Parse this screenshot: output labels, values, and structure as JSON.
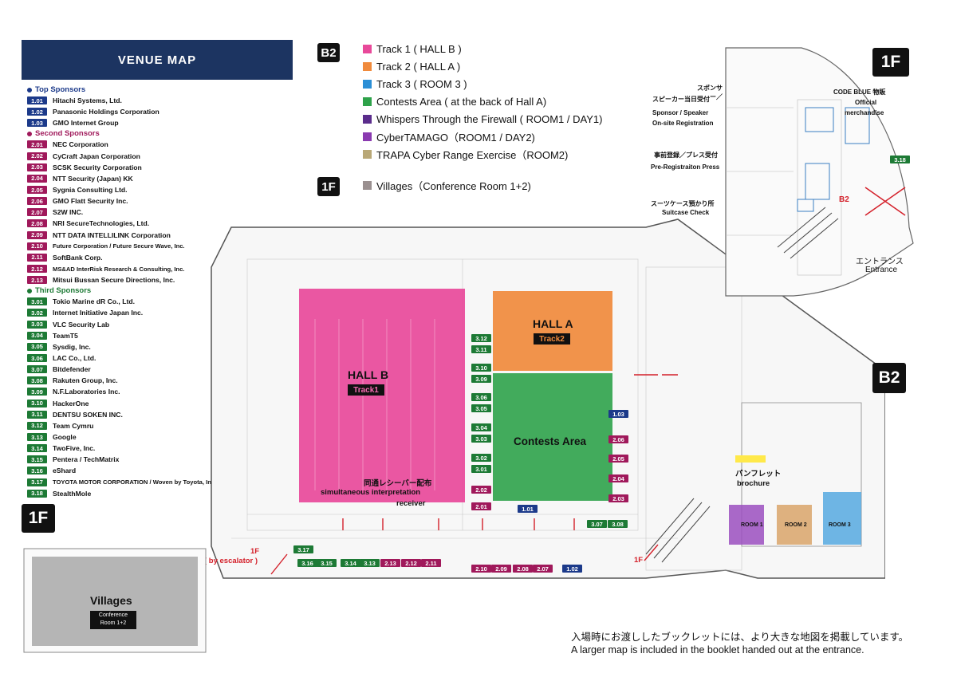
{
  "header": {
    "title": "VENUE MAP"
  },
  "sponsors": [
    {
      "title": "Top Sponsors",
      "color": "#1c3a8a",
      "items": [
        {
          "code": "1.01",
          "name": "Hitachi Systems, Ltd."
        },
        {
          "code": "1.02",
          "name": "Panasonic Holdings Corporation"
        },
        {
          "code": "1.03",
          "name": "GMO Internet Group"
        }
      ]
    },
    {
      "title": "Second Sponsors",
      "color": "#a0195b",
      "items": [
        {
          "code": "2.01",
          "name": "NEC Corporation"
        },
        {
          "code": "2.02",
          "name": "CyCraft Japan Corporation"
        },
        {
          "code": "2.03",
          "name": "SCSK Security Corporation"
        },
        {
          "code": "2.04",
          "name": "NTT Security (Japan) KK"
        },
        {
          "code": "2.05",
          "name": "Sygnia Consulting Ltd."
        },
        {
          "code": "2.06",
          "name": "GMO Flatt Security Inc."
        },
        {
          "code": "2.07",
          "name": "S2W INC."
        },
        {
          "code": "2.08",
          "name": "NRI SecureTechnologies, Ltd."
        },
        {
          "code": "2.09",
          "name": "NTT DATA INTELLILINK Corporation"
        },
        {
          "code": "2.10",
          "name": "Future Corporation / Future Secure Wave, Inc."
        },
        {
          "code": "2.11",
          "name": "SoftBank Corp."
        },
        {
          "code": "2.12",
          "name": "MS&AD InterRisk Research & Consulting, Inc."
        },
        {
          "code": "2.13",
          "name": "Mitsui Bussan Secure Directions, Inc."
        }
      ]
    },
    {
      "title": "Third Sponsors",
      "color": "#1d7a35",
      "items": [
        {
          "code": "3.01",
          "name": "Tokio Marine dR Co., Ltd."
        },
        {
          "code": "3.02",
          "name": "Internet Initiative Japan Inc."
        },
        {
          "code": "3.03",
          "name": "VLC Security Lab"
        },
        {
          "code": "3.04",
          "name": "TeamT5"
        },
        {
          "code": "3.05",
          "name": "Sysdig, Inc."
        },
        {
          "code": "3.06",
          "name": "LAC Co., Ltd."
        },
        {
          "code": "3.07",
          "name": "Bitdefender"
        },
        {
          "code": "3.08",
          "name": "Rakuten Group, Inc."
        },
        {
          "code": "3.09",
          "name": "N.F.Laboratories Inc."
        },
        {
          "code": "3.10",
          "name": "HackerOne"
        },
        {
          "code": "3.11",
          "name": "DENTSU SOKEN INC."
        },
        {
          "code": "3.12",
          "name": "Team Cymru"
        },
        {
          "code": "3.13",
          "name": "Google"
        },
        {
          "code": "3.14",
          "name": "TwoFive, Inc."
        },
        {
          "code": "3.15",
          "name": "Pentera / TechMatrix"
        },
        {
          "code": "3.16",
          "name": "eShard"
        },
        {
          "code": "3.17",
          "name": "TOYOTA MOTOR CORPORATION / Woven by Toyota, Inc."
        },
        {
          "code": "3.18",
          "name": "StealthMole"
        }
      ]
    }
  ],
  "legend": {
    "b2_badge": "B2",
    "f1_badge": "1F",
    "b2_items": [
      {
        "label": "Track 1 ( HALL B )",
        "color": "#e8499a"
      },
      {
        "label": "Track 2 ( HALL A )",
        "color": "#f08a3c"
      },
      {
        "label": "Track 3 ( ROOM 3 )",
        "color": "#2b8fd6"
      },
      {
        "label": "Contests Area ( at the back of Hall A)",
        "color": "#2ea24a"
      },
      {
        "label": "Whispers Through the Firewall ( ROOM1 / DAY1)",
        "color": "#5b2d8c"
      },
      {
        "label": "CyberTAMAGO（ROOM1 / DAY2)",
        "color": "#8a3ab0"
      },
      {
        "label": "TRAPA Cyber Range Exercise（ROOM2)",
        "color": "#b9a877"
      }
    ],
    "f1_items": [
      {
        "label": "Villages（Conference Room 1+2)",
        "color": "#9a9090"
      }
    ]
  },
  "main_map": {
    "floor_badge": "B2",
    "hall_b": {
      "name": "HALL B",
      "track": "Track1"
    },
    "hall_a": {
      "name": "HALL A",
      "track": "Track2"
    },
    "contests": "Contests Area",
    "interp_jp": "同通レシーバー配布",
    "interp_en1": "simultaneous interpretation",
    "interp_en2": "receiver",
    "brochure_jp": "パンフレット",
    "brochure_en": "brochure",
    "room1": "ROOM 1",
    "room2": "ROOM 2",
    "room3": "ROOM 3",
    "to_1f": "1F",
    "to_1f_b": "1F",
    "by_escalator": "( by escalator )"
  },
  "inset_1f": {
    "floor_badge": "1F",
    "sponsor_jp1": "スポンサー／",
    "sponsor_jp2": "スピーカー当日受付",
    "sponsor_en1": "Sponsor / Speaker",
    "sponsor_en2": "On-site Registration",
    "merch_jp": "CODE BLUE 物販",
    "merch_en1": "Official",
    "merch_en2": "merchandise",
    "prereg_jp": "事前登録／プレス受付",
    "prereg_en": "Pre-Registraiton Press",
    "suitcase_jp": "スーツケース預かり所",
    "suitcase_en": "Suitcase Check",
    "entrance_jp": "エントランス",
    "entrance_en": "Entrance",
    "b2_arrow": "B2",
    "booth": "3.18"
  },
  "villages": {
    "floor_badge": "1F",
    "title": "Villages",
    "sub1": "Conference",
    "sub2": "Room 1+2"
  },
  "footer": {
    "jp": "入場時にお渡ししたブックレットには、より大きな地図を掲載しています。",
    "en": "A larger map is included in the booklet handed out at the entrance."
  },
  "colors": {
    "top": "#1c3a8a",
    "second": "#a0195b",
    "third": "#1d7a35",
    "hall_b": "#e8499a",
    "hall_a": "#f08a3c",
    "contests": "#2ea24a"
  }
}
